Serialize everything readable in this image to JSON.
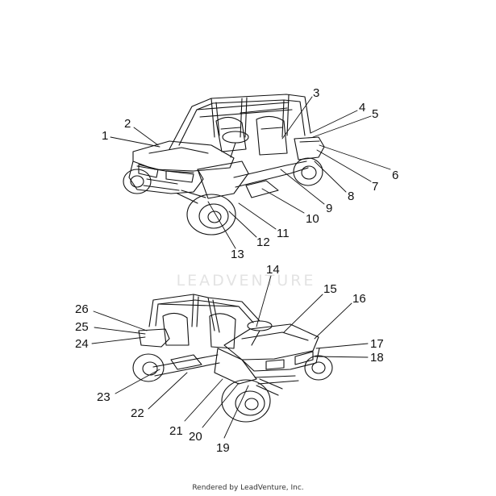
{
  "diagram": {
    "callouts_upper": [
      "1",
      "2",
      "3",
      "4",
      "5",
      "6",
      "7",
      "8",
      "9",
      "10",
      "11",
      "12",
      "13"
    ],
    "callouts_lower": [
      "14",
      "15",
      "16",
      "17",
      "18",
      "19",
      "20",
      "21",
      "22",
      "23",
      "24",
      "25",
      "26"
    ],
    "watermark": "LEADVENTURE"
  },
  "footer": {
    "credit": "Rendered by LeadVenture, Inc."
  },
  "colors": {
    "line": "#111111",
    "background": "#ffffff",
    "watermark": "#e3e3e3"
  }
}
